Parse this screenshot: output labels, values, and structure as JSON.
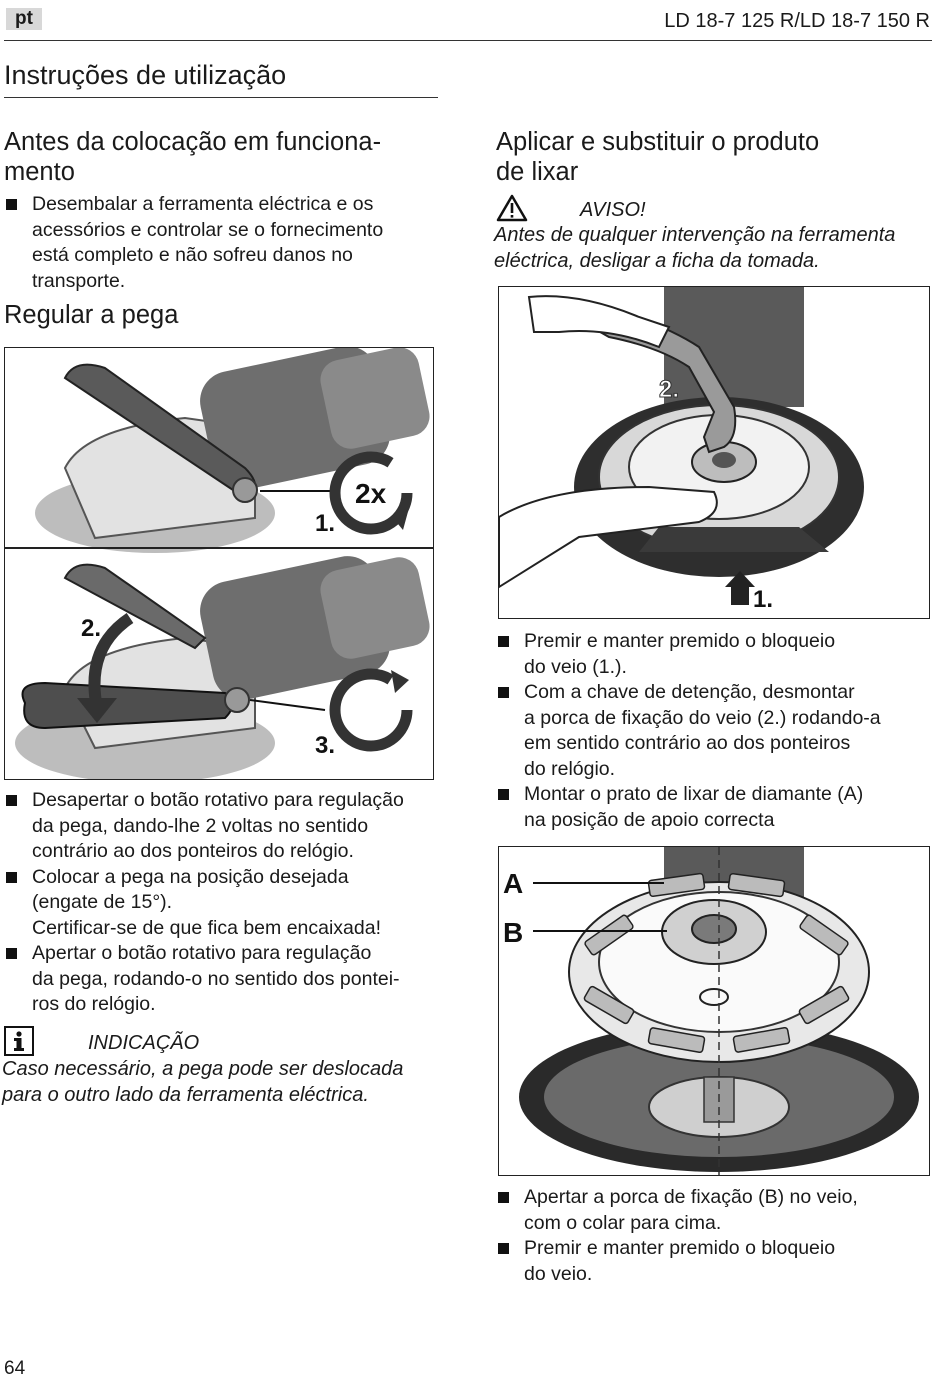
{
  "header": {
    "lang": "pt",
    "model": "LD 18-7 125 R/LD 18-7 150 R"
  },
  "section_title": "Instruções de utilização",
  "left": {
    "before_title": "Antes da colocação em funciona-\nmento",
    "before_bullets": [
      "Desembalar a ferramenta eléctrica e os\nacessórios e controlar se o fornecimento\nestá completo e não sofreu danos no\ntransporte."
    ],
    "handle_title": "Regular a pega",
    "figure_labels": {
      "step1": "1.",
      "turns": "2x",
      "step2": "2.",
      "step3": "3."
    },
    "handle_bullets": [
      "Desapertar o botão rotativo para regulação\nda pega, dando-lhe 2 voltas no sentido\ncontrário ao dos ponteiros do relógio.",
      "Colocar a pega na posição desejada\n(engate de 15°).\nCertificar-se de que fica bem encaixada!",
      "Apertar o botão rotativo para regulação\nda pega, rodando-o no sentido dos pontei-\nros do relógio."
    ],
    "note": {
      "icon": "info-icon",
      "heading": "INDICAÇÃO",
      "text": "Caso necessário, a pega pode ser deslocada\npara o outro lado da ferramenta eléctrica."
    }
  },
  "right": {
    "title": "Aplicar e substituir o produto\nde lixar",
    "warning": {
      "icon": "warning-triangle-icon",
      "heading": "AVISO!",
      "text": "Antes de qualquer intervenção na ferramenta\neléctrica, desligar a ficha da tomada."
    },
    "figure1_labels": {
      "step2": "2.",
      "step1": "1."
    },
    "bullets_1": [
      "Premir e manter premido o bloqueio\ndo veio (1.).",
      "Com a chave de detenção, desmontar\na porca de fixação do veio (2.) rodando-a\nem sentido contrário ao dos ponteiros\ndo relógio.",
      "Montar o prato de lixar de diamante (A)\nna posição de apoio correcta"
    ],
    "figure2_labels": {
      "a": "A",
      "b": "B"
    },
    "bullets_2": [
      "Apertar a porca de fixação (B) no veio,\ncom o colar para cima.",
      "Premir e manter premido o bloqueio\ndo veio."
    ]
  },
  "footer": {
    "page_number": "64"
  }
}
